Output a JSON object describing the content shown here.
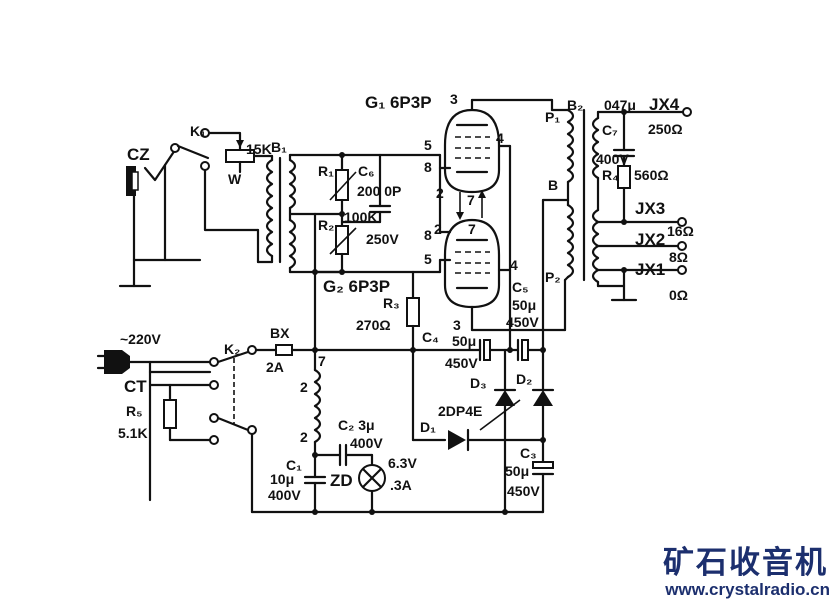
{
  "labels": [
    {
      "id": "g1",
      "text": "G₁ 6P3P"
    },
    {
      "id": "g2",
      "text": "G₂ 6P3P"
    },
    {
      "id": "cz",
      "text": "CZ"
    },
    {
      "id": "k1",
      "text": "K₁"
    },
    {
      "id": "w15k",
      "text": "15K"
    },
    {
      "id": "w",
      "text": "W"
    },
    {
      "id": "b1",
      "text": "B₁"
    },
    {
      "id": "r1",
      "text": "R₁"
    },
    {
      "id": "r2",
      "text": "R₂"
    },
    {
      "id": "k100",
      "text": "100K"
    },
    {
      "id": "c6",
      "text": "C₆"
    },
    {
      "id": "c6v",
      "text": "200 0P"
    },
    {
      "id": "c6u",
      "text": "250V"
    },
    {
      "id": "p5a",
      "text": "5"
    },
    {
      "id": "p8a",
      "text": "8"
    },
    {
      "id": "p3a",
      "text": "3"
    },
    {
      "id": "p4a",
      "text": "4"
    },
    {
      "id": "p2a",
      "text": "2"
    },
    {
      "id": "p7a",
      "text": "7"
    },
    {
      "id": "p8b",
      "text": "8"
    },
    {
      "id": "p5b",
      "text": "5"
    },
    {
      "id": "p2b",
      "text": "2"
    },
    {
      "id": "p7b",
      "text": "7"
    },
    {
      "id": "p4b",
      "text": "4"
    },
    {
      "id": "p3b",
      "text": "3"
    },
    {
      "id": "b2",
      "text": "B₂"
    },
    {
      "id": "p1",
      "text": "P₁"
    },
    {
      "id": "bb",
      "text": "B"
    },
    {
      "id": "p2",
      "text": "P₂"
    },
    {
      "id": "c7v",
      "text": "047μ"
    },
    {
      "id": "jx4",
      "text": "JX4"
    },
    {
      "id": "c7",
      "text": "C₇"
    },
    {
      "id": "o250",
      "text": "250Ω"
    },
    {
      "id": "c7u",
      "text": "400V"
    },
    {
      "id": "r4",
      "text": "R₄"
    },
    {
      "id": "r4v",
      "text": "560Ω"
    },
    {
      "id": "jx3",
      "text": "JX3"
    },
    {
      "id": "o16",
      "text": "16Ω"
    },
    {
      "id": "jx2",
      "text": "JX2"
    },
    {
      "id": "o8",
      "text": "8Ω"
    },
    {
      "id": "jx1",
      "text": "JX1"
    },
    {
      "id": "o0",
      "text": "0Ω"
    },
    {
      "id": "r3",
      "text": "R₃"
    },
    {
      "id": "r3v",
      "text": "270Ω"
    },
    {
      "id": "c5",
      "text": "C₅"
    },
    {
      "id": "c5v",
      "text": "50μ"
    },
    {
      "id": "c5u",
      "text": "450V"
    },
    {
      "id": "c4",
      "text": "C₄"
    },
    {
      "id": "c4v",
      "text": "50μ"
    },
    {
      "id": "c4u",
      "text": "450V"
    },
    {
      "id": "v220",
      "text": "~220V"
    },
    {
      "id": "k2",
      "text": "K₂"
    },
    {
      "id": "bx",
      "text": "BX"
    },
    {
      "id": "bxv",
      "text": "2A"
    },
    {
      "id": "ct",
      "text": "CT"
    },
    {
      "id": "r5",
      "text": "R₅"
    },
    {
      "id": "r5v",
      "text": "5.1K"
    },
    {
      "id": "t7",
      "text": "7"
    },
    {
      "id": "t2a",
      "text": "2"
    },
    {
      "id": "t2b",
      "text": "2"
    },
    {
      "id": "c2",
      "text": "C₂ 3μ"
    },
    {
      "id": "c2u",
      "text": "400V"
    },
    {
      "id": "c1",
      "text": "C₁"
    },
    {
      "id": "c1v",
      "text": "10μ"
    },
    {
      "id": "c1u",
      "text": "400V"
    },
    {
      "id": "zd",
      "text": "ZD"
    },
    {
      "id": "lamp",
      "text": "6.3V"
    },
    {
      "id": "lampa",
      "text": ".3A"
    },
    {
      "id": "d3",
      "text": "D₃"
    },
    {
      "id": "d2",
      "text": "D₂"
    },
    {
      "id": "d1",
      "text": "D₁"
    },
    {
      "id": "dtype",
      "text": "2DP4E"
    },
    {
      "id": "c3",
      "text": "C₃"
    },
    {
      "id": "c3v",
      "text": "50μ"
    },
    {
      "id": "c3u",
      "text": "450V"
    }
  ],
  "watermark": {
    "title": "矿石收音机",
    "url": "www.crystalradio.cn"
  }
}
